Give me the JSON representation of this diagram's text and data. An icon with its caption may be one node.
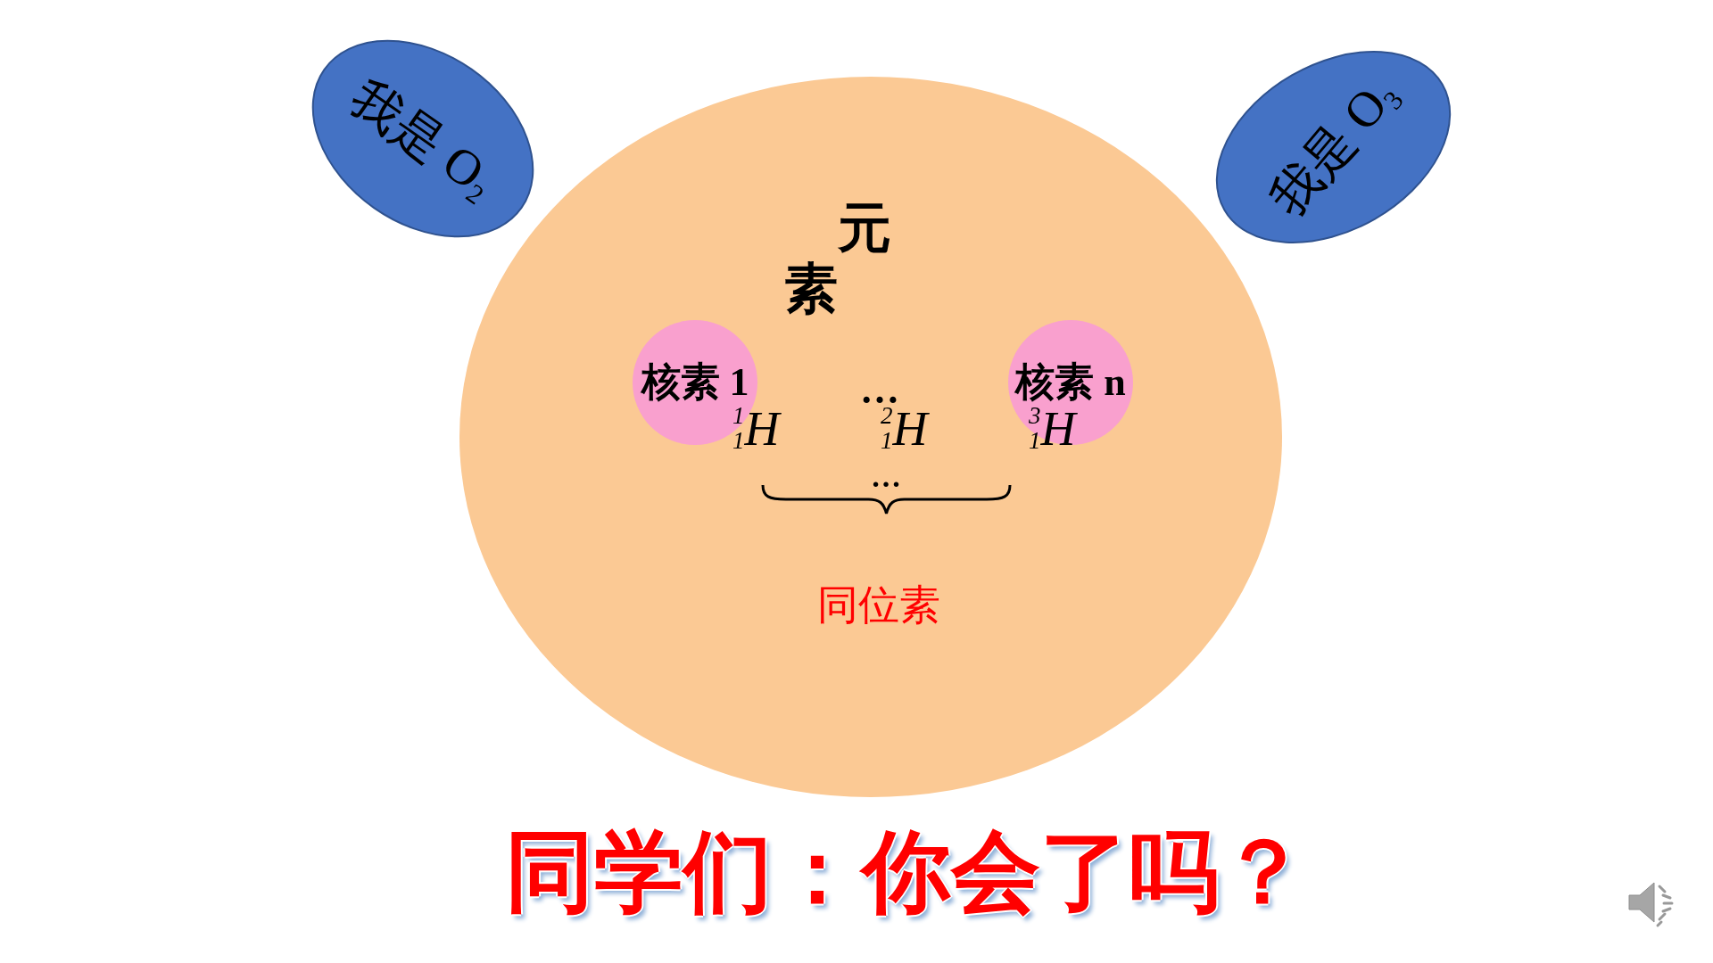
{
  "diagram": {
    "caption": "同学们：你会了吗？",
    "nodes": [
      {
        "text": [
          "我是 O$_{2}$"
        ]
      },
      {
        "text": [
          "我是 O$_{3}$"
        ]
      },
      {
        "text": [
          "元素"
        ]
      },
      {
        "text": [
          "核素 1"
        ],
        "in": 2
      },
      {
        "text": [
          "核素 n"
        ],
        "in": 2
      }
    ],
    "labels": [
      "…",
      "$^{1}$$_{1}$H $^{2}$$_{1}$H $^{3}$$_{1}$H",
      "…",
      "同位素"
    ]
  }
}
